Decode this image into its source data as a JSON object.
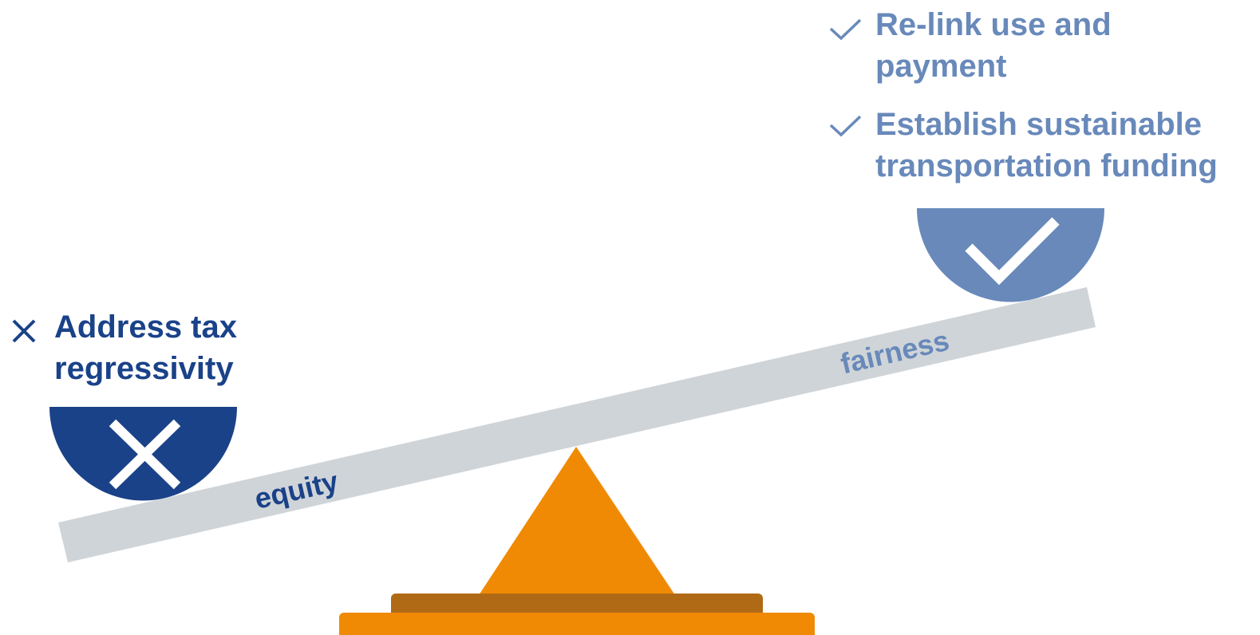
{
  "left_pan": {
    "status_icon": "cross-icon",
    "item": {
      "icon": "cross-icon",
      "line1": "Address tax",
      "line2": "regressivity"
    }
  },
  "right_pan": {
    "status_icon": "check-icon",
    "items": [
      {
        "icon": "check-icon",
        "line1": "Re-link use and",
        "line2": "payment"
      },
      {
        "icon": "check-icon",
        "line1": "Establish sustainable",
        "line2": "transportation funding"
      }
    ]
  },
  "beam": {
    "left_label": "equity",
    "right_label": "fairness"
  },
  "colors": {
    "dark_blue": "#1a4289",
    "light_blue": "#6889ba",
    "beam_gray": "#cfd4d8",
    "fulcrum_orange": "#f08a05",
    "base_brown": "#b06a16"
  }
}
